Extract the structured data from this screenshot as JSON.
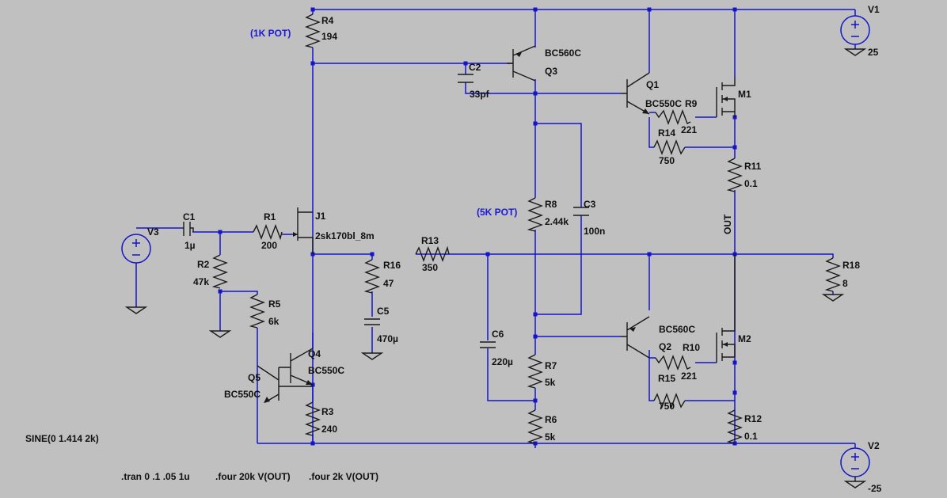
{
  "components": {
    "R4": {
      "ref": "R4",
      "value": "194",
      "note": "(1K POT)"
    },
    "R8": {
      "ref": "R8",
      "value": "2.44k",
      "note": "(5K POT)"
    },
    "Q3": {
      "ref": "Q3",
      "model": "BC560C"
    },
    "C2": {
      "ref": "C2",
      "value": "33pf"
    },
    "Q1": {
      "ref": "Q1",
      "model": "BC550C"
    },
    "R9": {
      "ref": "R9",
      "value": "221"
    },
    "M1": {
      "ref": "M1"
    },
    "R14": {
      "ref": "R14",
      "value": "750"
    },
    "R11": {
      "ref": "R11",
      "value": "0.1"
    },
    "V1": {
      "ref": "V1",
      "value": "25"
    },
    "J1": {
      "ref": "J1",
      "model": "2sk170bl_8m"
    },
    "R1": {
      "ref": "R1",
      "value": "200"
    },
    "C1": {
      "ref": "C1",
      "value": "1µ"
    },
    "V3": {
      "ref": "V3",
      "source": "SINE(0 1.414 2k)"
    },
    "R2": {
      "ref": "R2",
      "value": "47k"
    },
    "R13": {
      "ref": "R13",
      "value": "350"
    },
    "R16": {
      "ref": "R16",
      "value": "47"
    },
    "C5": {
      "ref": "C5",
      "value": "470µ"
    },
    "C3": {
      "ref": "C3",
      "value": "100n"
    },
    "R18": {
      "ref": "R18",
      "value": "8"
    },
    "R5": {
      "ref": "R5",
      "value": "6k"
    },
    "Q4": {
      "ref": "Q4",
      "model": "BC550C"
    },
    "Q5": {
      "ref": "Q5",
      "model": "BC550C"
    },
    "R3": {
      "ref": "R3",
      "value": "240"
    },
    "C6": {
      "ref": "C6",
      "value": "220µ"
    },
    "R7": {
      "ref": "R7",
      "value": "5k"
    },
    "R6": {
      "ref": "R6",
      "value": "5k"
    },
    "Q2": {
      "ref": "Q2",
      "model": "BC560C"
    },
    "R10": {
      "ref": "R10",
      "value": "221"
    },
    "M2": {
      "ref": "M2"
    },
    "R15": {
      "ref": "R15",
      "value": "750"
    },
    "R12": {
      "ref": "R12",
      "value": "0.1"
    },
    "V2": {
      "ref": "V2",
      "value": "-25"
    }
  },
  "net_labels": {
    "out": "OUT"
  },
  "directives": {
    "tran": ".tran 0 .1 .05 1u",
    "four_20k": ".four 20k V(OUT)",
    "four_2k": ".four 2k V(OUT)"
  },
  "colors": {
    "wire": "#1515c8",
    "background": "#c0c0c0",
    "part": "#1a1a1a",
    "annotation": "#1a1ad8"
  }
}
